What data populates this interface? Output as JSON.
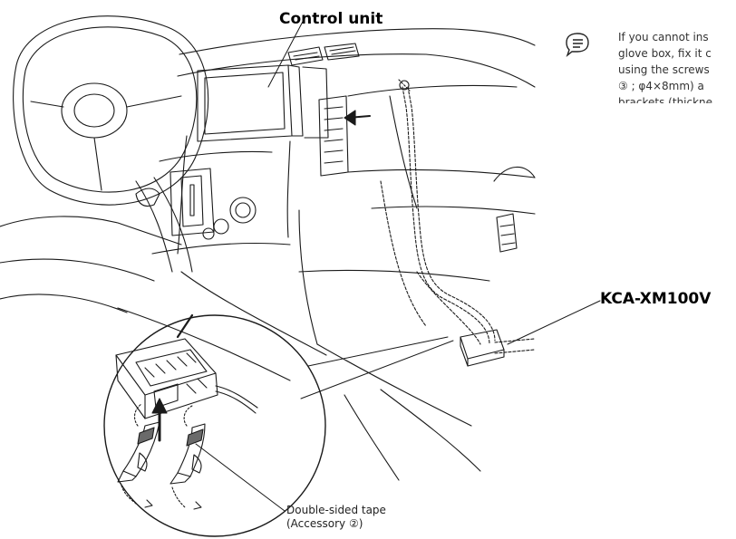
{
  "labels": {
    "control_unit": "Control unit",
    "tuner_model": "KCA-XM100V",
    "tape_line1": "Double-sided tape",
    "tape_line2": "(Accessory ②)"
  },
  "note": {
    "icon": "note-icon",
    "lines": [
      "If you cannot ins",
      "glove box, fix it c",
      "using the screws",
      "③ ; φ4×8mm) a",
      "brackets (thickne"
    ]
  },
  "colors": {
    "line": "#1a1a1a",
    "text": "#000000"
  }
}
